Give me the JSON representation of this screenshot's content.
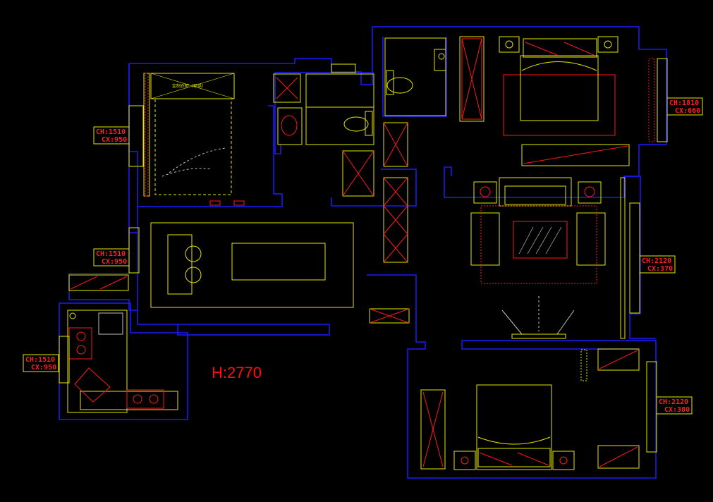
{
  "colors": {
    "background": "#000000",
    "wall": "#1a1aff",
    "furniture": "#e6e600",
    "accent": "#ff1a1a",
    "dim": "#c0c0c0"
  },
  "ceiling_height_label": "H:2770",
  "window_tags": [
    {
      "ch": "CH:1510",
      "cx": "CX:950"
    },
    {
      "ch": "CH:1510",
      "cx": "CX:950"
    },
    {
      "ch": "CH:1510",
      "cx": "CX:950"
    },
    {
      "ch": "CH:1810",
      "cx": "CX:660"
    },
    {
      "ch": "CH:2120",
      "cx": "CX:370"
    },
    {
      "ch": "CH:2120",
      "cx": "CX:380"
    }
  ],
  "wardrobe_label": "定制衣柜（甲供）"
}
